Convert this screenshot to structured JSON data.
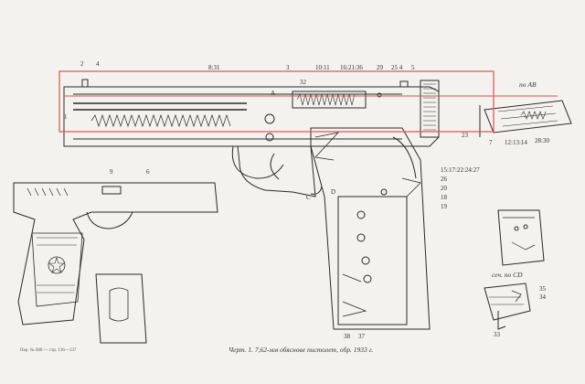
{
  "caption": "Черт. 1. 7,62-мм обяснове пистолет, обр. 1933 г.",
  "footer_note": "Пер. № 680 — стр. 136—137",
  "section_ab": "по AB",
  "section_cd": "сеч. по CD",
  "letters": {
    "a": "A",
    "c": "C",
    "d": "D"
  },
  "callouts": [
    {
      "id": "c1",
      "text": "1"
    },
    {
      "id": "c2",
      "text": "2"
    },
    {
      "id": "c4",
      "text": "4"
    },
    {
      "id": "c831",
      "text": "8:31"
    },
    {
      "id": "c3",
      "text": "3"
    },
    {
      "id": "c1011",
      "text": "10:11"
    },
    {
      "id": "c162136",
      "text": "16:21:36"
    },
    {
      "id": "c29",
      "text": "29"
    },
    {
      "id": "c254",
      "text": "25 4"
    },
    {
      "id": "c5",
      "text": "5"
    },
    {
      "id": "c32",
      "text": "32"
    },
    {
      "id": "c23",
      "text": "23"
    },
    {
      "id": "c15",
      "text": "15:17:22:24:27"
    },
    {
      "id": "c26",
      "text": "26"
    },
    {
      "id": "c20",
      "text": "20"
    },
    {
      "id": "c18",
      "text": "18"
    },
    {
      "id": "c19",
      "text": "19"
    },
    {
      "id": "c38",
      "text": "38"
    },
    {
      "id": "c37",
      "text": "37"
    },
    {
      "id": "c9",
      "text": "9"
    },
    {
      "id": "c6",
      "text": "6"
    },
    {
      "id": "c7",
      "text": "7"
    },
    {
      "id": "c121314",
      "text": "12:13:14"
    },
    {
      "id": "c2830",
      "text": "28:30"
    },
    {
      "id": "c35",
      "text": "35"
    },
    {
      "id": "c34",
      "text": "34"
    },
    {
      "id": "c33",
      "text": "33"
    }
  ],
  "colors": {
    "ink": "#2a2a2a",
    "highlight": "#d9534f",
    "paper": "#f4f2ee"
  }
}
